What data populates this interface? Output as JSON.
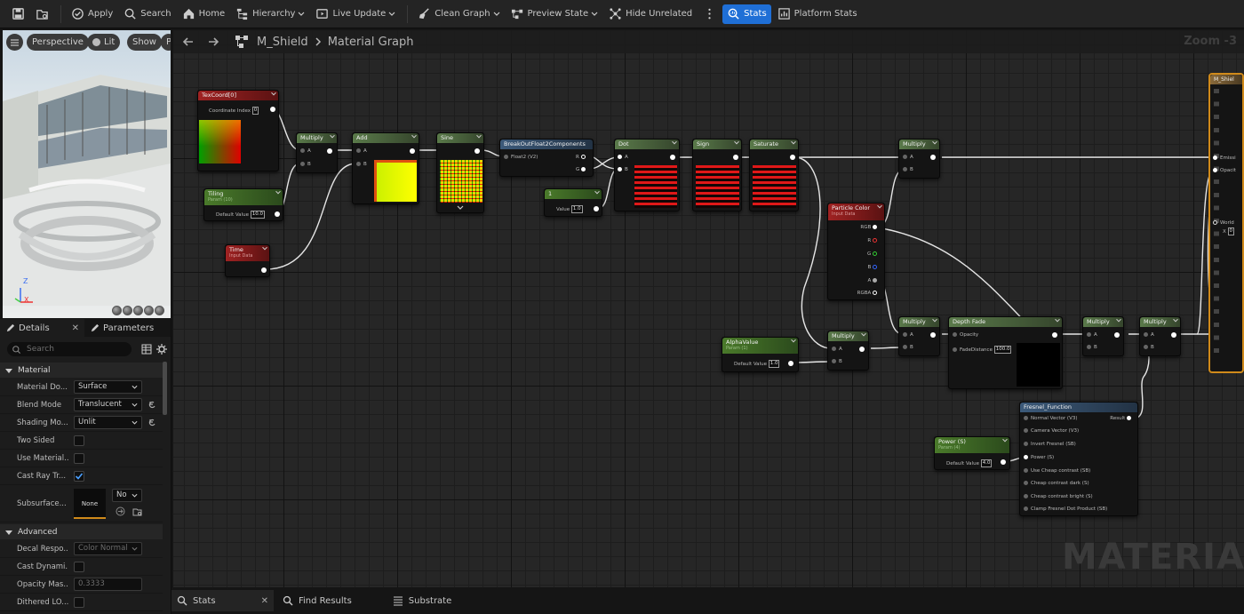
{
  "toolbar": {
    "save": "save-icon",
    "browse": "browse-icon",
    "apply": "Apply",
    "search": "Search",
    "home": "Home",
    "hierarchy": "Hierarchy",
    "live_update": "Live Update",
    "clean_graph": "Clean Graph",
    "preview_state": "Preview State",
    "hide_unrelated": "Hide Unrelated",
    "stats": "Stats",
    "platform_stats": "Platform Stats"
  },
  "viewport": {
    "perspective": "Perspective",
    "lit": "Lit",
    "show": "Show",
    "cut_label": "P",
    "axis_z": "Z",
    "axis_x": "X"
  },
  "details": {
    "tab_details": "Details",
    "tab_parameters": "Parameters",
    "search_placeholder": "Search",
    "section_material": "Material",
    "section_advanced": "Advanced",
    "rows": {
      "material_domain": {
        "label": "Material Do...",
        "value": "Surface"
      },
      "blend_mode": {
        "label": "Blend Mode",
        "value": "Translucent"
      },
      "shading_model": {
        "label": "Shading Mo...",
        "value": "Unlit"
      },
      "two_sided": {
        "label": "Two Sided"
      },
      "use_material": {
        "label": "Use Material..."
      },
      "cast_ray": {
        "label": "Cast Ray Tr..."
      },
      "subsurface": {
        "label": "Subsurface...",
        "value": "None",
        "combo": "No"
      },
      "decal": {
        "label": "Decal Respo...",
        "value": "Color Normal"
      },
      "cast_dynamic": {
        "label": "Cast Dynami..."
      },
      "opacity_mask": {
        "label": "Opacity Mas...",
        "value": "0.3333"
      },
      "dithered": {
        "label": "Dithered LO..."
      }
    }
  },
  "graph": {
    "asset": "M_Shield",
    "breadcrumb": "Material Graph",
    "zoom": "Zoom -3",
    "watermark": "MATERIAL"
  },
  "nodes": {
    "texcoord": {
      "title": "TexCoord[0]",
      "pin": "Coordinate Index",
      "value": "0"
    },
    "tiling": {
      "title": "Tiling",
      "sub": "Param (10)",
      "pin": "Default Value",
      "value": "10.0"
    },
    "time": {
      "title": "Time",
      "sub": "Input Data"
    },
    "multiply": "Multiply",
    "add": "Add",
    "sine": "Sine",
    "breakout": {
      "title": "BreakOutFloat2Components",
      "in": "Float2 (V2)",
      "r": "R",
      "g": "G"
    },
    "dot": "Dot",
    "const1": {
      "title": "1",
      "pin": "Value",
      "value": "1.0"
    },
    "sign": "Sign",
    "saturate": "Saturate",
    "particle": {
      "title": "Particle Color",
      "sub": "Input Data",
      "pins": [
        "RGB",
        "R",
        "G",
        "B",
        "A",
        "RGBA"
      ]
    },
    "alpha": {
      "title": "AlphaValue",
      "sub": "Param (1)",
      "pin": "Default Value",
      "value": "1.0"
    },
    "depth": {
      "title": "Depth Fade",
      "opacity": "Opacity",
      "fade": "FadeDistance",
      "value": "100.0"
    },
    "power": {
      "title": "Power (S)",
      "sub": "Param (4)",
      "pin": "Default Value",
      "value": "4.0"
    },
    "fresnel": {
      "title": "Fresnel_Function",
      "result": "Result",
      "pins": [
        "Normal Vector (V3)",
        "Camera Vector (V3)",
        "Invert Fresnel (SB)",
        "Power (S)",
        "Use Cheap contrast (SB)",
        "Cheap contrast dark (S)",
        "Cheap contrast bright (S)",
        "Clamp Fresnel Dot Product (SB)"
      ]
    },
    "pin_a": "A",
    "pin_b": "B",
    "result": {
      "title": "M_Shiel",
      "emissive": "Emissi",
      "opacity": "Opacit",
      "world": "World",
      "world_x": "X",
      "world_x_value": "0"
    }
  },
  "bottom_tabs": {
    "stats": "Stats",
    "find_results": "Find Results",
    "substrate": "Substrate"
  },
  "colors": {
    "accent": "#1f6fd6",
    "graph_bg": "#262626",
    "result_border": "#d08a1a"
  }
}
